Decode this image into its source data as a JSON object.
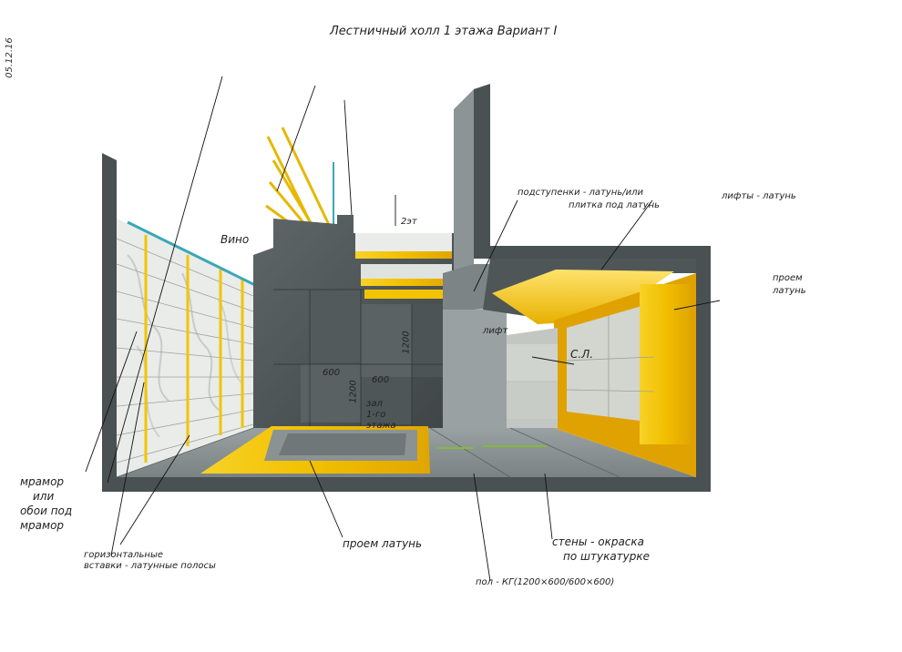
{
  "title": "Лестничный холл 1 этажа   Вариант I",
  "date": "05.12.16",
  "labels": {
    "vinyl": "Вино",
    "up_2": "2эт",
    "risers": "подступенки - латунь/или",
    "risers_2": "плитка под латунь",
    "lifts": "лифты - латунь",
    "opening_right": "проем",
    "opening_right_2": "латунь",
    "lift": "лифт",
    "lift_door": "С.Л.",
    "marble": "мрамор",
    "marble_2": "или",
    "marble_3": "обои под",
    "marble_4": "мрамор",
    "horizontal": "горизонтальные",
    "horizontal_2": "вставки - латунные полосы",
    "opening_bottom": "проем латунь",
    "floor": "пол - КГ(1200×600/600×600)",
    "walls": "стены - окраска",
    "walls_2": "по штукатурке",
    "stairs_down": "зал",
    "stairs_down_2": "1-го",
    "stairs_down_3": "этажа",
    "dim_600a": "600",
    "dim_600b": "600",
    "dim_1200a": "1200",
    "dim_1200b": "1200"
  },
  "colors": {
    "dark_wall": "#4b5254",
    "concrete": "#8c9496",
    "light_concrete": "#c2c7c3",
    "brass": "#f2c400",
    "brass_light": "#ffe36b",
    "glass": "#3aa7b8",
    "marble": "#e9ece9"
  }
}
